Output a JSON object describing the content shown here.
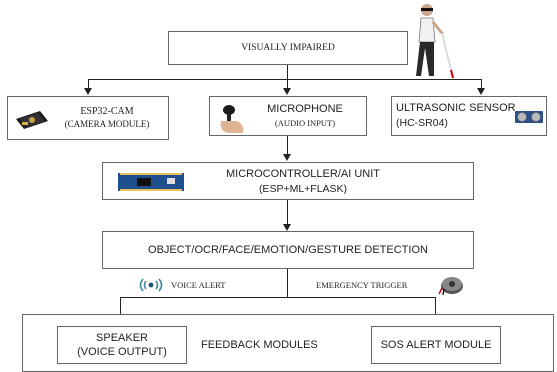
{
  "nodes": {
    "visually_impaired": "VISUALLY IMPAIRED",
    "esp32_title": "ESP32-CAM",
    "esp32_sub": "(CAMERA MODULE)",
    "mic_title": "MICROPHONE",
    "mic_sub": "(AUDIO INPUT)",
    "ultra_title": "ULTRASONIC SENSOR",
    "ultra_sub": "(HC-SR04)",
    "mcu_title": "MICROCONTROLLER/AI UNIT",
    "mcu_sub": "(ESP+ML+FLASK)",
    "detection": "OBJECT/OCR/FACE/EMOTION/GESTURE DETECTION",
    "feedback": "FEEDBACK MODULES",
    "speaker_title": "SPEAKER",
    "speaker_sub": "(VOICE OUTPUT)",
    "sos": "SOS ALERT MODULE"
  },
  "edges": {
    "voice_alert": "VOICE ALERT",
    "emergency_trigger": "EMERGENCY TRIGGER"
  },
  "icons": {
    "person": "blind-person-with-cane-icon",
    "camera": "esp32-cam-board-icon",
    "microphone": "microphone-in-hand-icon",
    "ultrasonic": "ultrasonic-sensor-icon",
    "board": "microcontroller-board-icon",
    "wave": "voice-wave-icon",
    "buzzer": "buzzer-icon"
  }
}
